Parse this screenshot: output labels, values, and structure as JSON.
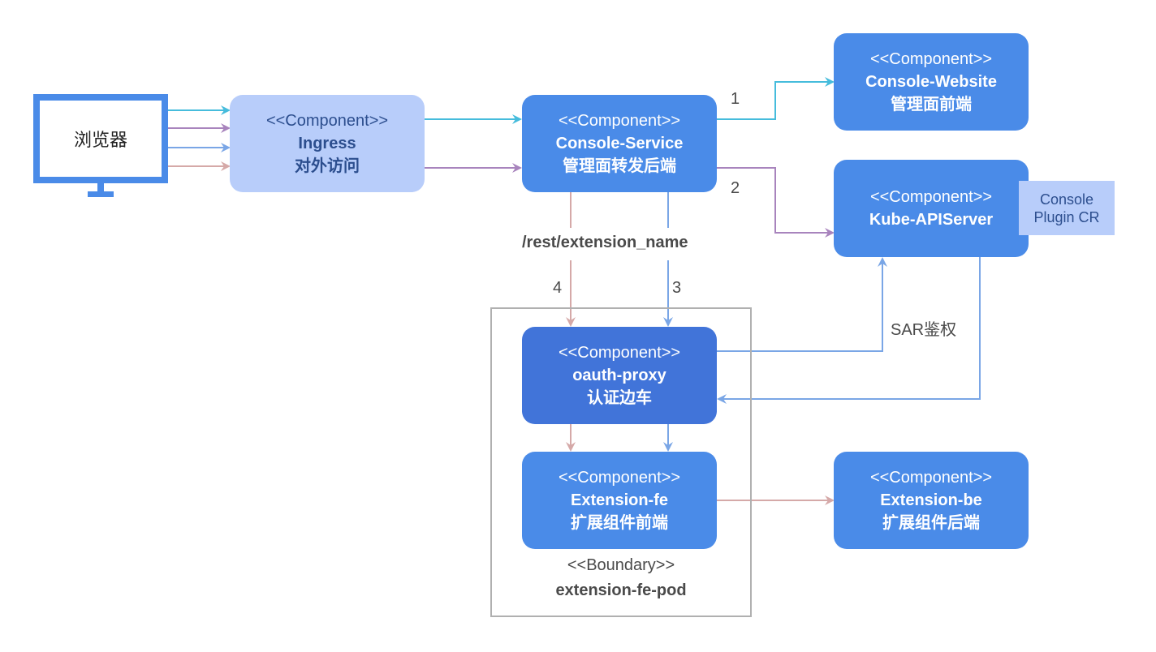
{
  "colors": {
    "cyan_flow": "#46bcdc",
    "purple_flow": "#a884bd",
    "blue_flow": "#7aa6e6",
    "pink_flow": "#d5a9a8",
    "component_blue": "#4a8be8",
    "component_dark": "#4174d9",
    "component_light": "#b8cdfa",
    "boundary_gray": "#b0b0b0"
  },
  "browser": {
    "label": "浏览器",
    "icon": "monitor-icon"
  },
  "nodes": {
    "ingress": {
      "stereotype": "<<Component>>",
      "name": "Ingress",
      "subtitle": "对外访问"
    },
    "console_service": {
      "stereotype": "<<Component>>",
      "name": "Console-Service",
      "subtitle": "管理面转发后端"
    },
    "console_website": {
      "stereotype": "<<Component>>",
      "name": "Console-Website",
      "subtitle": "管理面前端"
    },
    "kube_apiserver": {
      "stereotype": "<<Component>>",
      "name": "Kube-APIServer"
    },
    "oauth_proxy": {
      "stereotype": "<<Component>>",
      "name": "oauth-proxy",
      "subtitle": "认证边车"
    },
    "extension_fe": {
      "stereotype": "<<Component>>",
      "name": "Extension-fe",
      "subtitle": "扩展组件前端"
    },
    "extension_be": {
      "stereotype": "<<Component>>",
      "name": "Extension-be",
      "subtitle": "扩展组件后端"
    }
  },
  "note": {
    "line1": "Console",
    "line2": "Plugin CR"
  },
  "boundary": {
    "stereotype": "<<Boundary>>",
    "name": "extension-fe-pod"
  },
  "edge_labels": {
    "flow1": "1",
    "flow2": "2",
    "flow3": "3",
    "flow4": "4",
    "path": "/rest/extension_name",
    "sar": "SAR鉴权"
  }
}
